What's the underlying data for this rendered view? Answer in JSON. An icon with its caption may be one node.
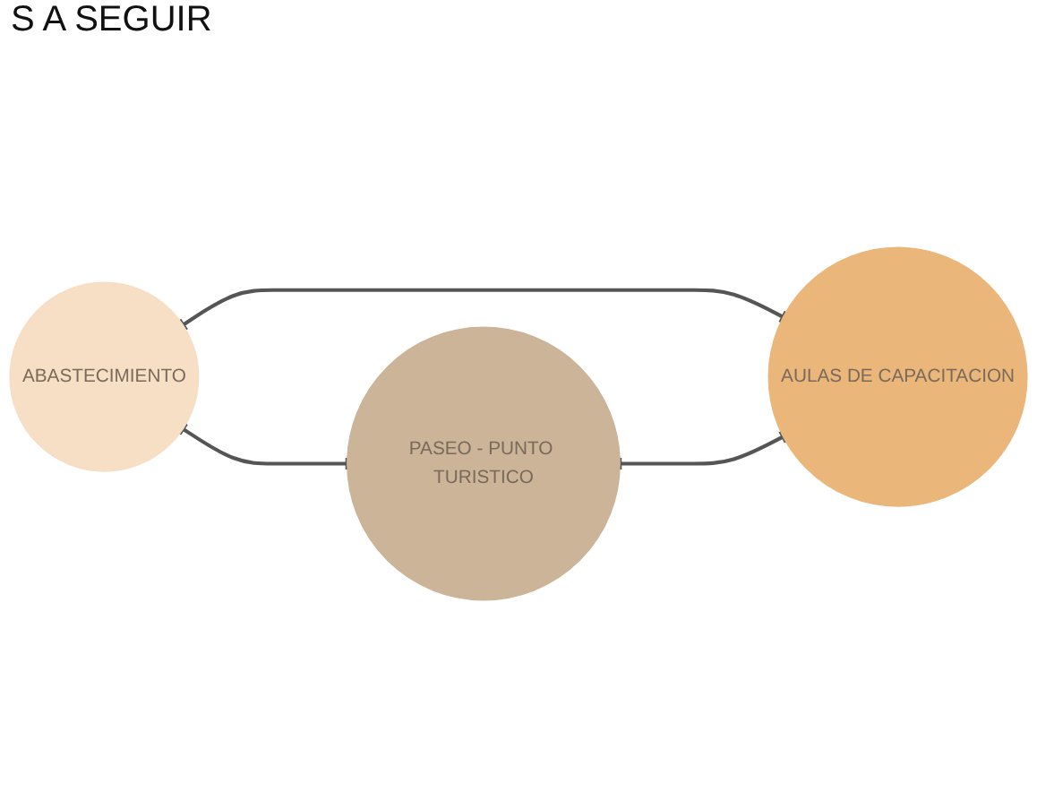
{
  "diagram": {
    "title": "S A SEGUIR",
    "nodes": [
      {
        "text": [
          "ABASTECIMIENTO"
        ]
      },
      {
        "text": [
          "PASEO - PUNTO TURISTICO"
        ]
      },
      {
        "text": [
          "AULAS DE CAPACITACION"
        ]
      }
    ],
    "edges": [
      {
        "from": 0,
        "to": 1,
        "arrow": "other"
      },
      {
        "from": 0,
        "to": 2,
        "arrow": "other"
      },
      {
        "from": 1,
        "to": 2,
        "arrow": "other"
      }
    ]
  }
}
